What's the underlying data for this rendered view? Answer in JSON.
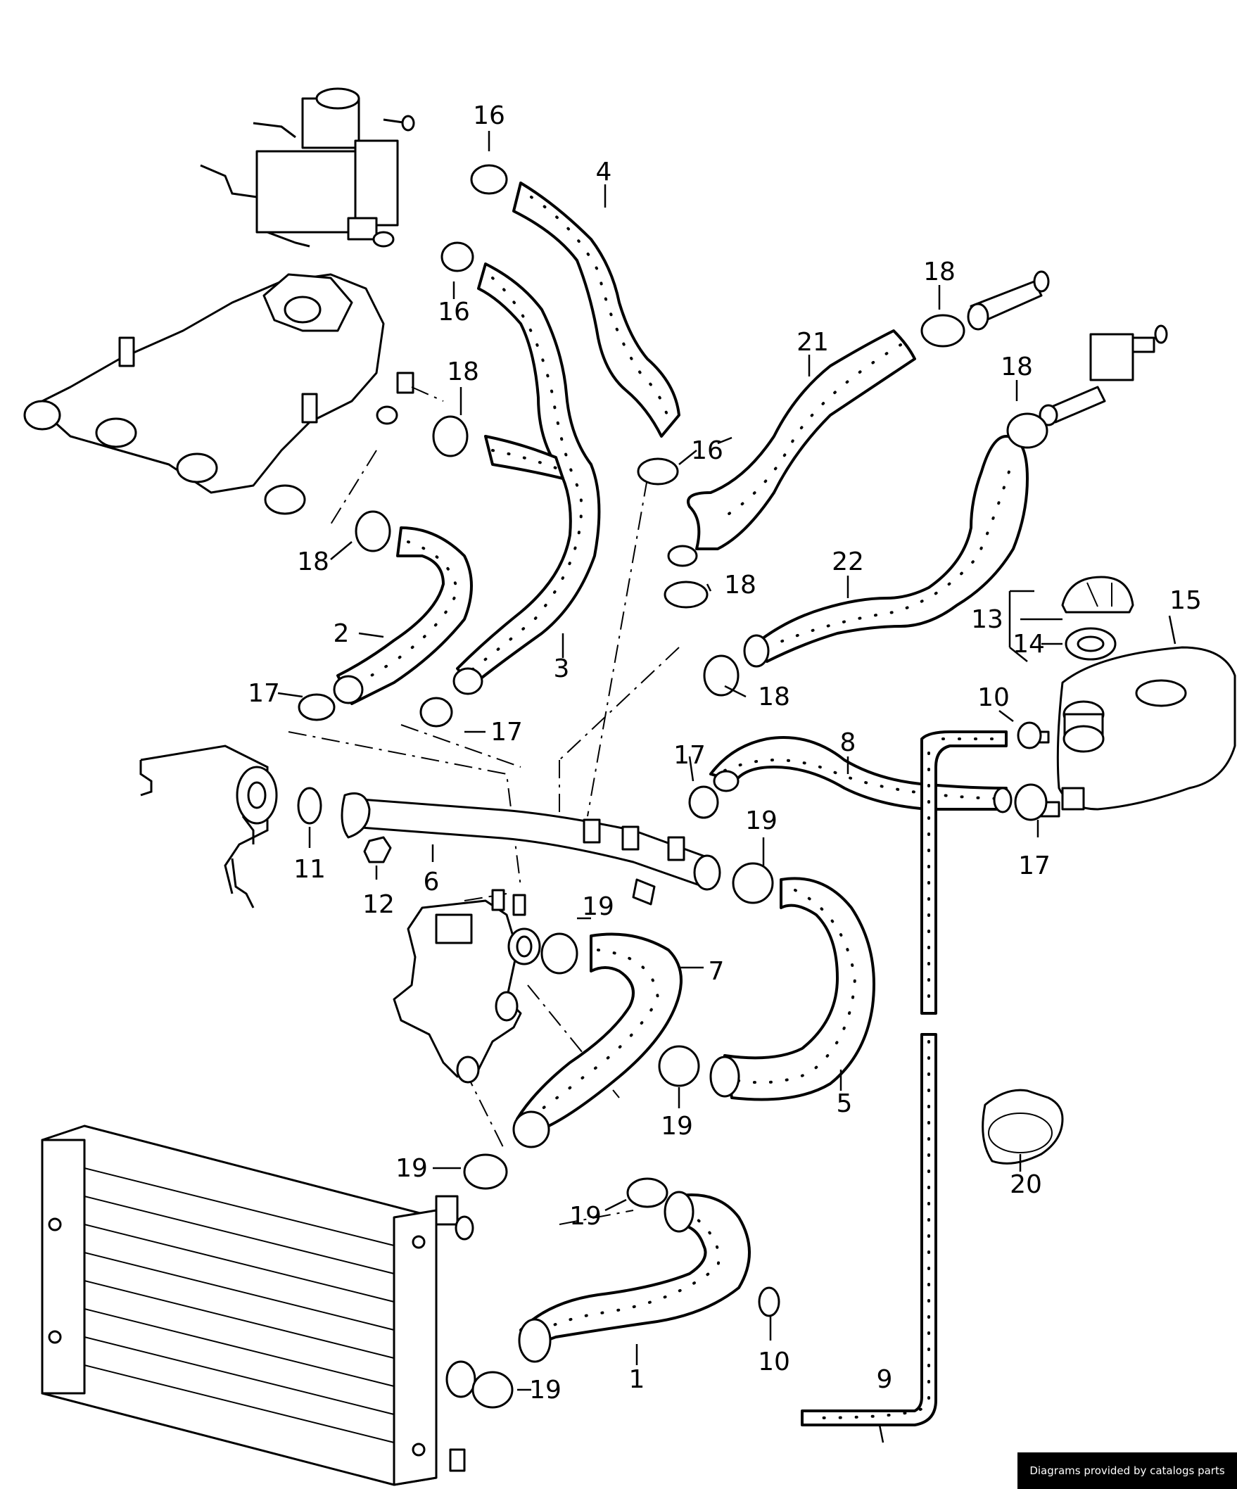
{
  "diagram": {
    "callouts": {
      "c1": "1",
      "c2": "2",
      "c3": "3",
      "c4": "4",
      "c5": "5",
      "c6": "6",
      "c7": "7",
      "c8": "8",
      "c9": "9",
      "c10a": "10",
      "c10b": "10",
      "c11": "11",
      "c12": "12",
      "c13": "13",
      "c14": "14",
      "c15": "15",
      "c16a": "16",
      "c16b": "16",
      "c16c": "16",
      "c17a": "17",
      "c17b": "17",
      "c17c": "17",
      "c17d": "17",
      "c18a": "18",
      "c18b": "18",
      "c18c": "18",
      "c18d": "18",
      "c18e": "18",
      "c18f": "18",
      "c19a": "19",
      "c19b": "19",
      "c19c": "19",
      "c19d": "19",
      "c19e": "19",
      "c19f": "19",
      "c20": "20",
      "c21": "21",
      "c22": "22"
    }
  },
  "watermark": {
    "text": "Diagrams provided by catalogs parts"
  }
}
